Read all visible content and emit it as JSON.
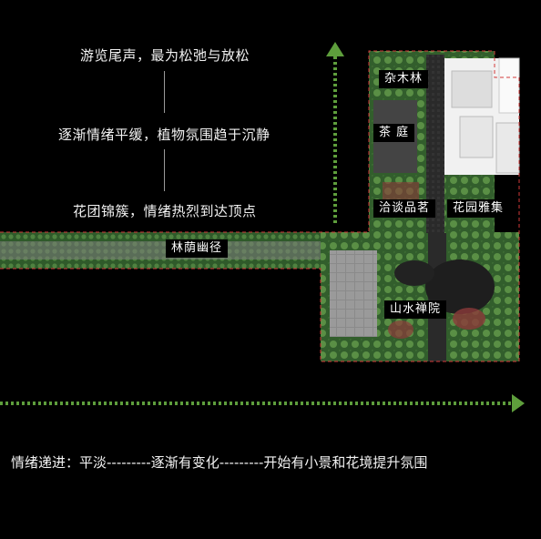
{
  "mood_steps": [
    "游览尾声，最为松弛与放松",
    "逐渐情绪平缓，植物氛围趋于沉静",
    "花团锦簇，情绪热烈到达顶点"
  ],
  "zones": {
    "mixed_forest": "杂木林",
    "tea_court": "茶 庭",
    "tea_talk": "洽谈品茗",
    "garden_gathering": "花园雅集",
    "shade_path": "林荫幽径",
    "landscape_zen_court": "山水禅院"
  },
  "bottom_caption": "情绪递进：平淡---------逐渐有变化---------开始有小景和花境提升氛围",
  "colors": {
    "background": "#000000",
    "arrow_green": "#5e9e3c",
    "boundary_red": "#d23a3a",
    "paving_gray": "#8c8c8c",
    "planting_green": "#3f6b35"
  }
}
